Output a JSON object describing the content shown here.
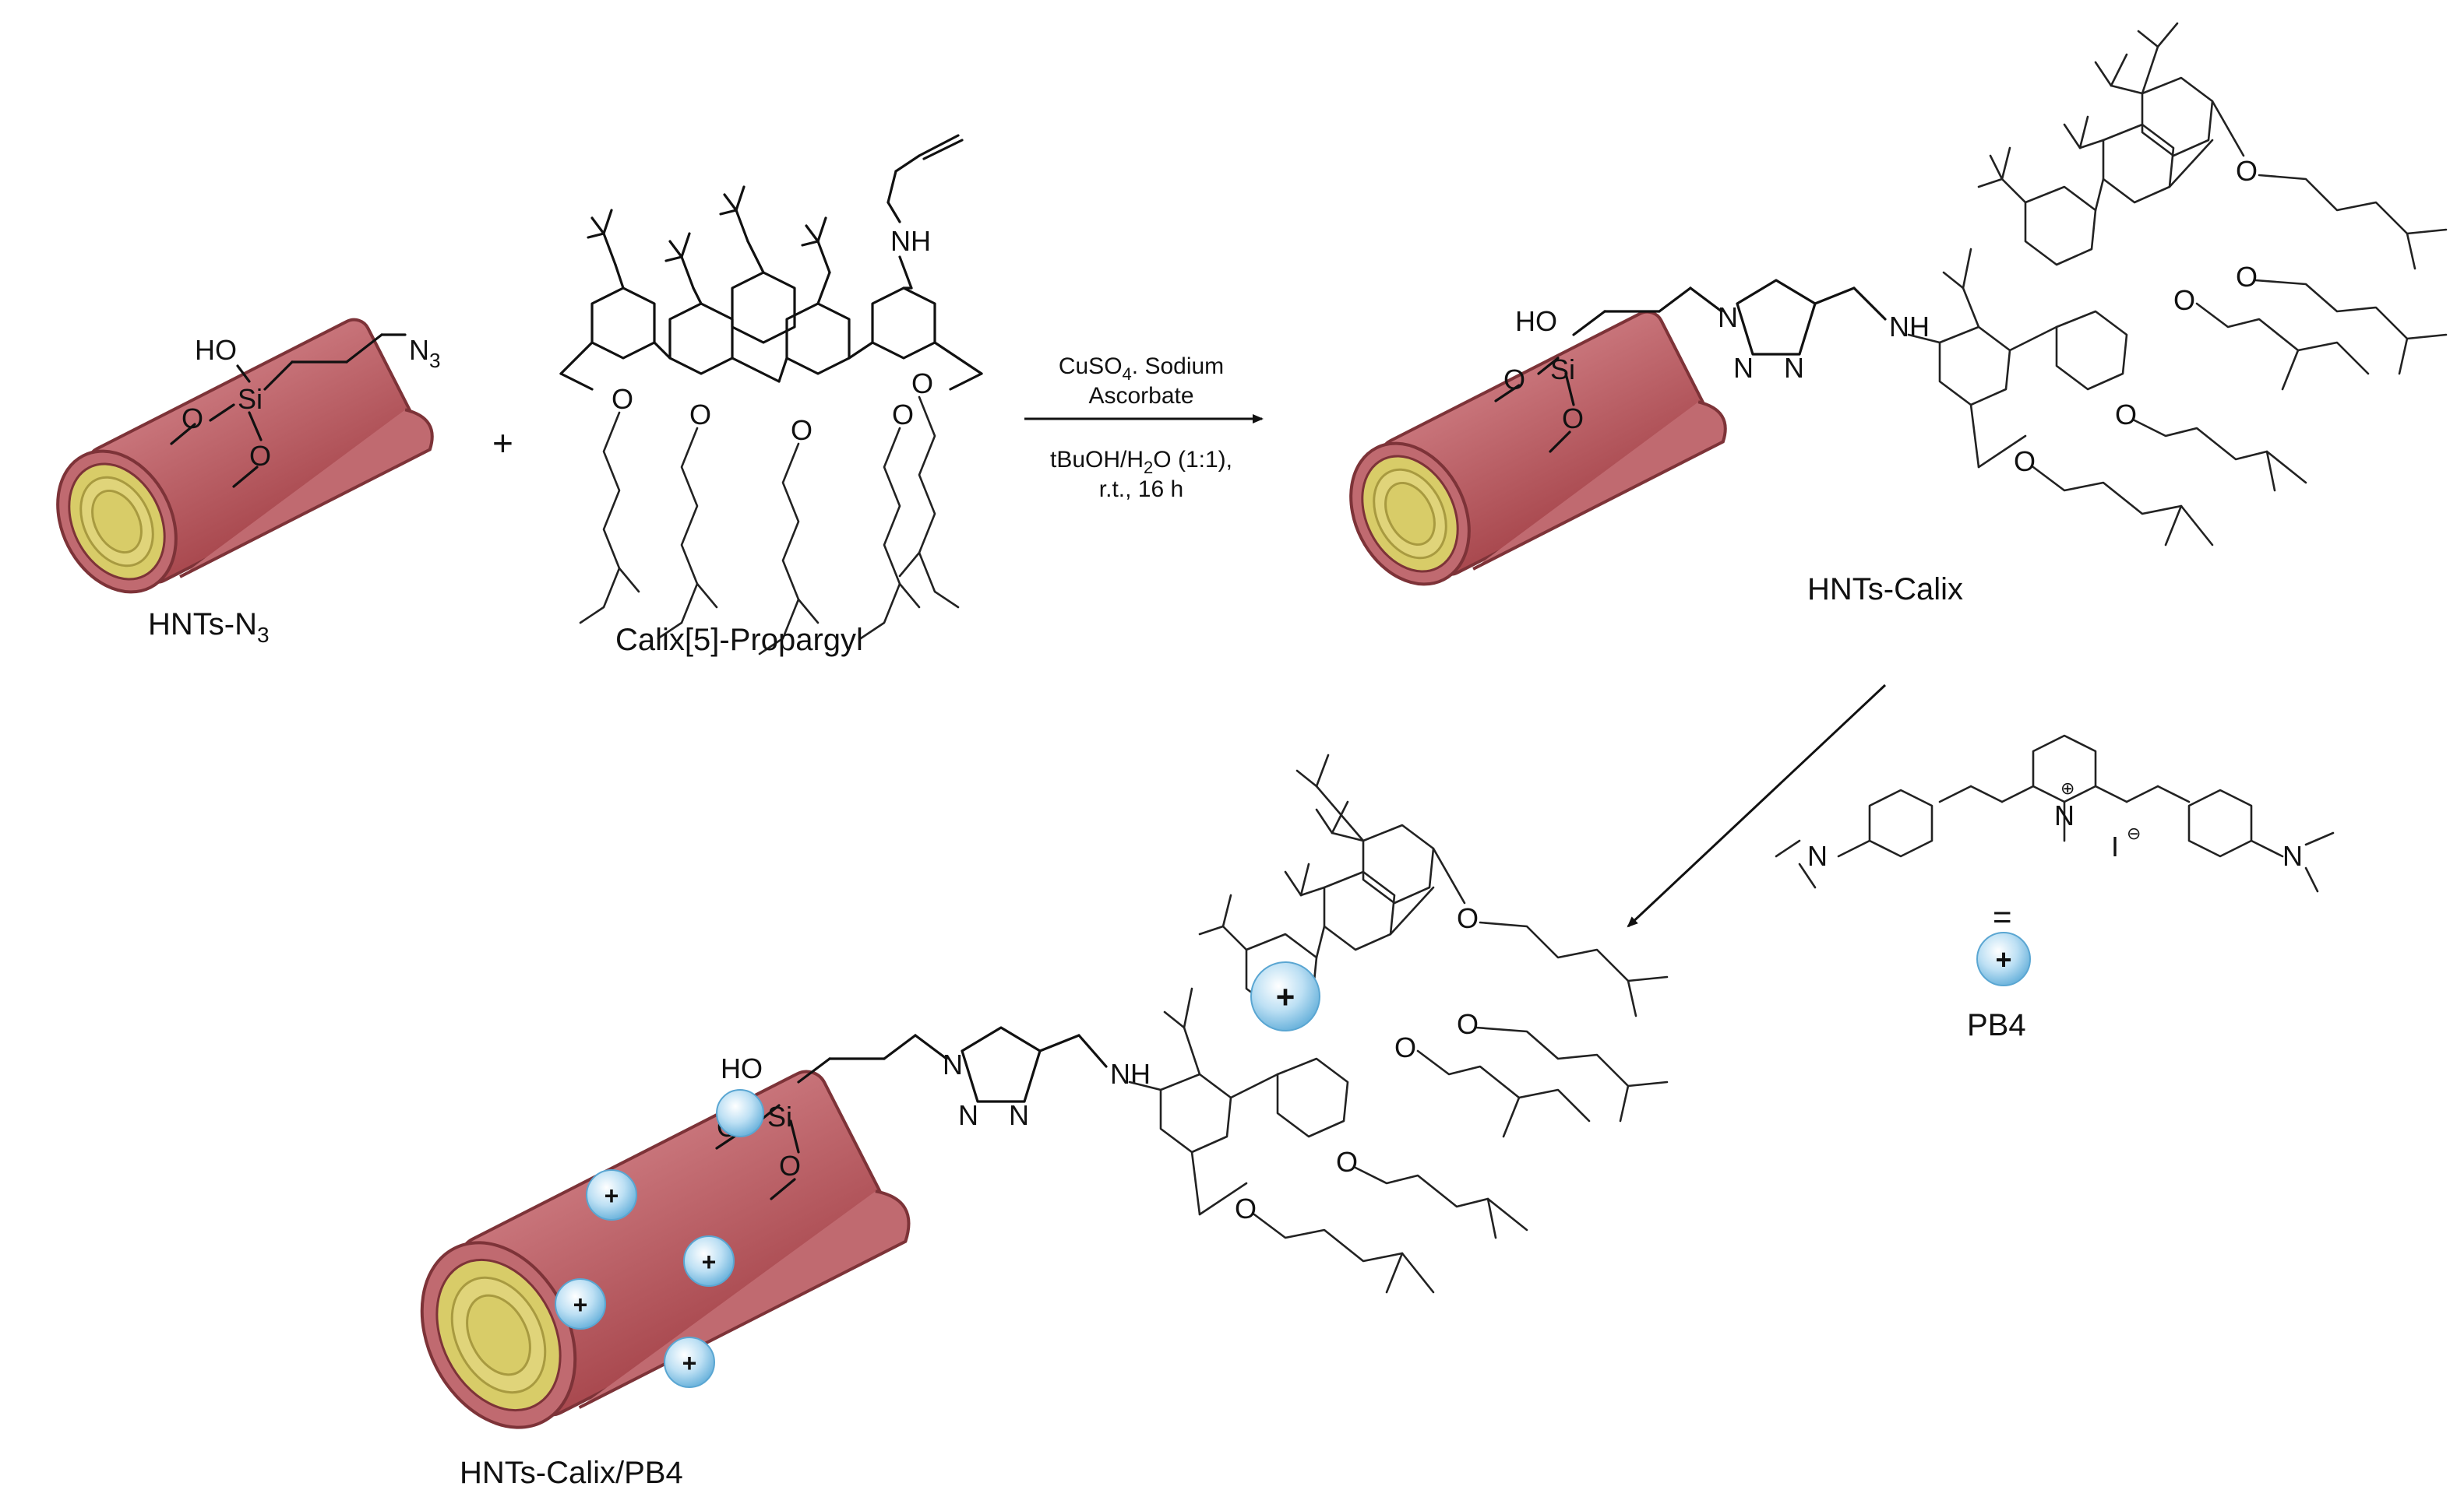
{
  "labels": {
    "hnts_n3": "HNTs-N",
    "hnts_n3_sub": "3",
    "calix_propargyl": "Calix[5]-Propargyl",
    "hnts_calix": "HNTs-Calix",
    "hnts_calix_pb4": "HNTs-Calix/PB4",
    "pb4": "PB4",
    "plus_sign": "+",
    "equals_sign": "="
  },
  "reaction_conditions": {
    "line1_a": "CuSO",
    "line1_sub": "4",
    "line1_b": ". Sodium",
    "line2": "Ascorbate",
    "line3_a": "tBuOH/H",
    "line3_sub": "2",
    "line3_b": "O (1:1),",
    "line4": "r.t., 16 h"
  },
  "atoms": {
    "ho": "HO",
    "si": "Si",
    "o": "O",
    "n": "N",
    "nh": "NH",
    "n3": "N",
    "n3_sub": "3",
    "iodide": "I",
    "charge_neg": "⊖",
    "charge_pos": "⊕",
    "cation_symbol": "+"
  },
  "colors": {
    "tube_outer": "#b85c60",
    "tube_edge": "#7d3338",
    "tube_inner": "#d8cc68",
    "tube_inner_dark": "#a89a40",
    "bead_fill": "#bde0f4",
    "bead_edge": "#5aa6d2",
    "ink": "#111111"
  }
}
